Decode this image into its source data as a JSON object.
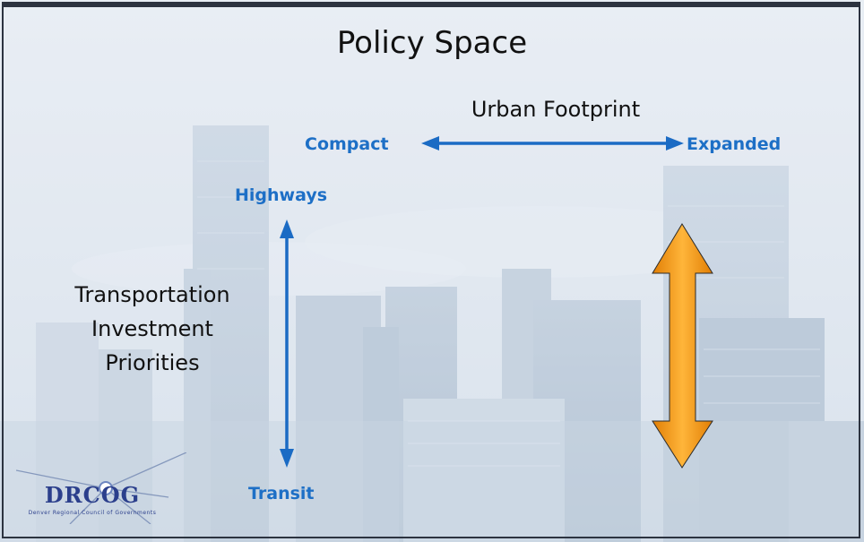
{
  "slide": {
    "title": "Policy Space",
    "urban_footprint": {
      "label": "Urban Footprint",
      "left_end": "Compact",
      "right_end": "Expanded"
    },
    "transportation": {
      "label_lines": [
        "Transportation",
        "Investment",
        "Priorities"
      ],
      "top_end": "Highways",
      "bottom_end": "Transit"
    },
    "logo": {
      "text": "DRCOG",
      "subtext": "Denver Regional Council of Governments"
    }
  },
  "colors": {
    "axis_label_blue": "#1d6fc6",
    "axis_arrow_blue": "#1b6bc4",
    "highlight_arrow_fill": "#f39a17",
    "text_dark": "#111111"
  }
}
